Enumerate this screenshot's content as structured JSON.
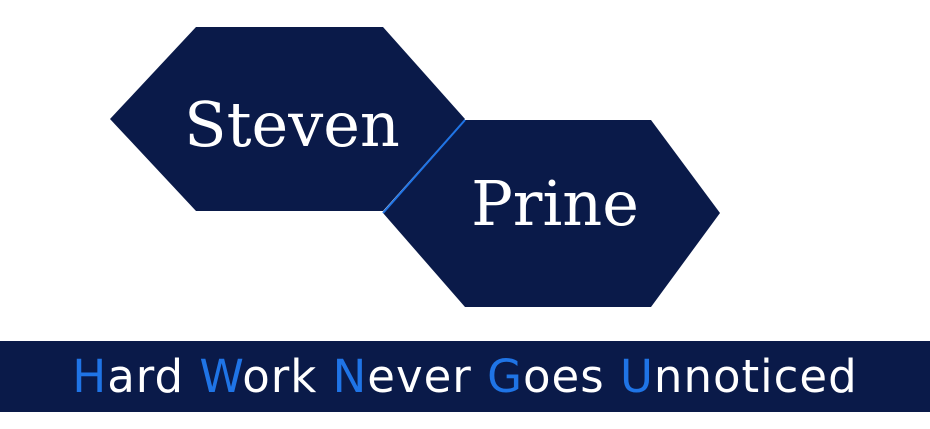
{
  "logo": {
    "first_name": "Steven",
    "last_name": "Prine",
    "colors": {
      "hexagon_fill": "#0a1a49",
      "divider_line": "#1f74e6",
      "name_text": "#ffffff"
    }
  },
  "tagline": {
    "words": [
      {
        "initial": "H",
        "rest": "ard"
      },
      {
        "initial": "W",
        "rest": "ork"
      },
      {
        "initial": "N",
        "rest": "ever"
      },
      {
        "initial": "G",
        "rest": "oes"
      },
      {
        "initial": "U",
        "rest": "nnoticed"
      }
    ],
    "colors": {
      "bar": "#0a1a49",
      "initial": "#1f74e6",
      "text": "#ffffff"
    }
  }
}
